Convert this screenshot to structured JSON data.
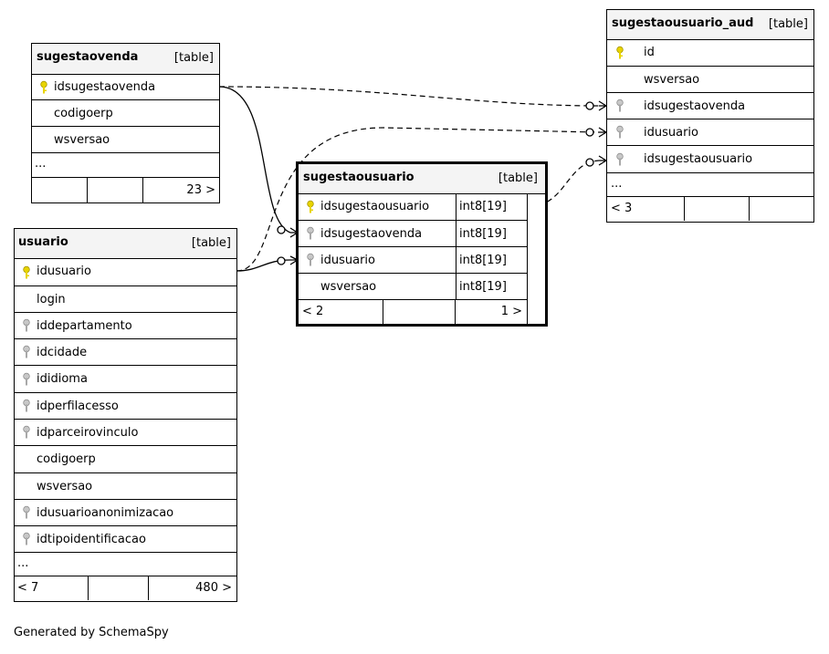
{
  "tables": {
    "sugestaovenda": {
      "name": "sugestaovenda",
      "type": "[table]",
      "columns": [
        {
          "name": "idsugestaovenda",
          "key": "primary"
        },
        {
          "name": "codigoerp",
          "key": "none"
        },
        {
          "name": "wsversao",
          "key": "none"
        }
      ],
      "more": "...",
      "footer": {
        "left": "",
        "right": "23 >"
      }
    },
    "usuario": {
      "name": "usuario",
      "type": "[table]",
      "columns": [
        {
          "name": "idusuario",
          "key": "primary"
        },
        {
          "name": "login",
          "key": "none"
        },
        {
          "name": "iddepartamento",
          "key": "foreign"
        },
        {
          "name": "idcidade",
          "key": "foreign"
        },
        {
          "name": "ididioma",
          "key": "foreign"
        },
        {
          "name": "idperfilacesso",
          "key": "foreign"
        },
        {
          "name": "idparceirovinculo",
          "key": "foreign"
        },
        {
          "name": "codigoerp",
          "key": "none"
        },
        {
          "name": "wsversao",
          "key": "none"
        },
        {
          "name": "idusuarioanonimizacao",
          "key": "foreign"
        },
        {
          "name": "idtipoidentificacao",
          "key": "foreign"
        }
      ],
      "more": "...",
      "footer": {
        "left": "< 7",
        "right": "480 >"
      }
    },
    "sugestaousuario": {
      "name": "sugestaousuario",
      "type": "[table]",
      "columns": [
        {
          "name": "idsugestaousuario",
          "key": "primary",
          "datatype": "int8[19]"
        },
        {
          "name": "idsugestaovenda",
          "key": "foreign",
          "datatype": "int8[19]"
        },
        {
          "name": "idusuario",
          "key": "foreign",
          "datatype": "int8[19]"
        },
        {
          "name": "wsversao",
          "key": "none",
          "datatype": "int8[19]"
        }
      ],
      "footer": {
        "left": "< 2",
        "right": "1 >"
      }
    },
    "sugestaousuario_aud": {
      "name": "sugestaousuario_aud",
      "type": "[table]",
      "columns": [
        {
          "name": "id",
          "key": "primary"
        },
        {
          "name": "wsversao",
          "key": "none"
        },
        {
          "name": "idsugestaovenda",
          "key": "foreign"
        },
        {
          "name": "idusuario",
          "key": "foreign"
        },
        {
          "name": "idsugestaousuario",
          "key": "foreign"
        }
      ],
      "more": "...",
      "footer": {
        "left": "< 3",
        "right": ""
      }
    }
  },
  "colors": {
    "primary_key": "#e8d400",
    "foreign_key": "#a8a8a8",
    "header_bg": "#f4f4f4"
  },
  "credit": "Generated by SchemaSpy"
}
